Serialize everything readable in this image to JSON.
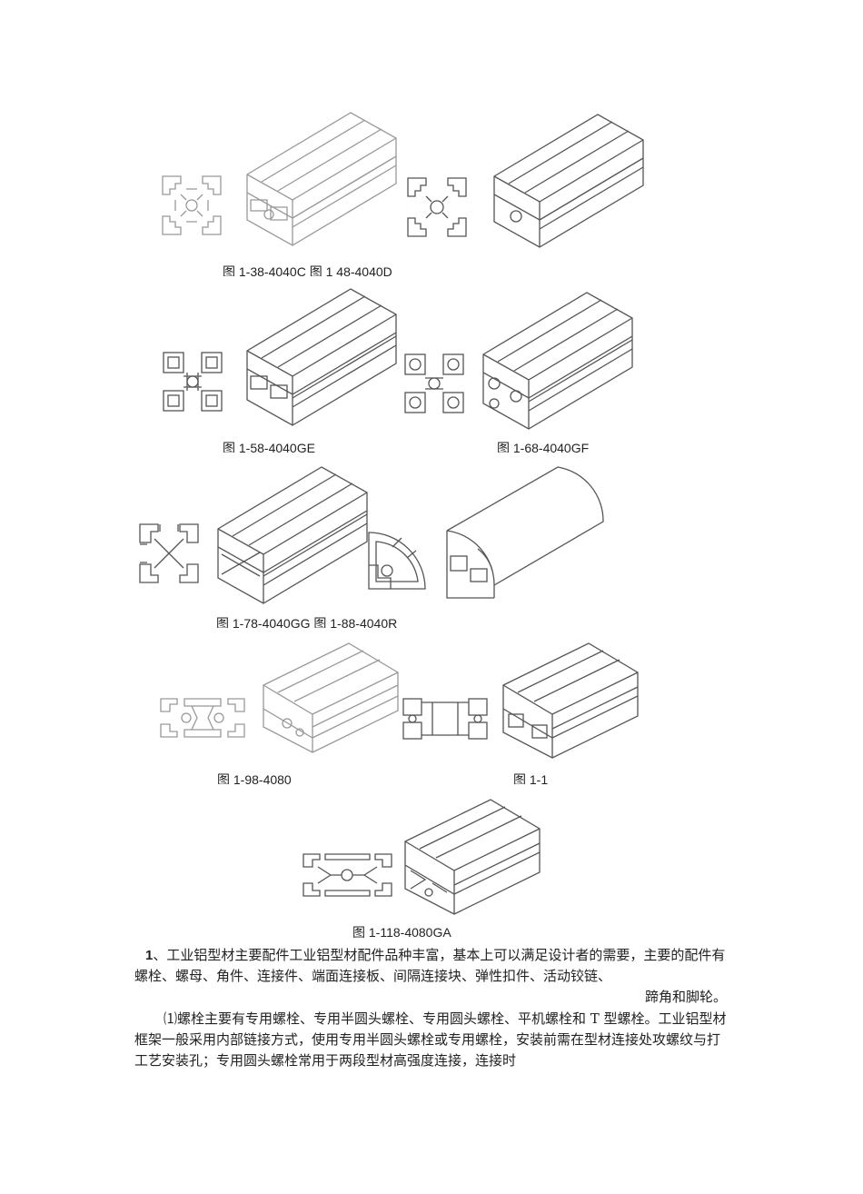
{
  "figures": [
    {
      "id": "row1",
      "caption": "图 1-38-4040C 图 1 48-4040D"
    },
    {
      "id": "row2a",
      "caption": "图 1-58-4040GE"
    },
    {
      "id": "row2b",
      "caption": "图 1-68-4040GF"
    },
    {
      "id": "row3",
      "caption": "图 1-78-4040GG 图 1-88-4040R"
    },
    {
      "id": "row4a",
      "caption": "图 1-98-4080"
    },
    {
      "id": "row4b",
      "caption": "图 1-1"
    },
    {
      "id": "row5",
      "caption": "图 1-118-4080GA"
    }
  ],
  "text": {
    "p1_num": "1",
    "p1_body": "、工业铝型材主要配件工业铝型材配件品种丰富，基本上可以满足设计者的需要，主要的配件有螺栓、螺母、角件、连接件、端面连接板、间隔连接块、弹性扣件、活动铰链、",
    "p1_tail": "蹄角和脚轮。",
    "p2_lead": "⑴",
    "p2_body": "螺栓主要有专用螺栓、专用半圆头螺栓、专用圆头螺栓、平机螺栓和 T 型螺栓。工业铝型材框架一般采用内部链接方式，使用专用半圆头螺栓或专用螺栓，安装前需在型材连接处攻螺纹与打工艺安装孔；专用圆头螺栓常用于两段型材高强度连接，连接时"
  }
}
